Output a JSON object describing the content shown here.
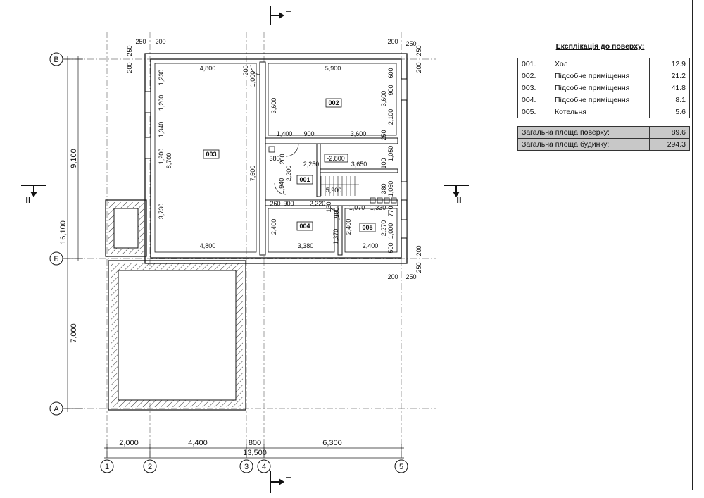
{
  "plan": {
    "axes_letters": [
      "В",
      "Б",
      "А"
    ],
    "axes_numbers": [
      "1",
      "2",
      "3",
      "4",
      "5"
    ],
    "section_label": "II",
    "dims_bottom": [
      "2,000",
      "4,400",
      "800",
      "6,300"
    ],
    "dim_total": "13,500",
    "dims_left": [
      "9,100",
      "7,000"
    ],
    "dim_left_total": "16,100",
    "small_250": "250",
    "small_200": "200",
    "rooms": {
      "r001": "001",
      "r002": "002",
      "r003": "003",
      "r004": "004",
      "r005": "005"
    },
    "level_mark": "-2.800",
    "interior_dims": {
      "d4800_top": "4,800",
      "d5900_top": "5,900",
      "d4800_bot": "4,800",
      "d1400": "1,400",
      "d900_a": "900",
      "d3600_h": "3,600",
      "d3650": "3,650",
      "d2250": "2,250",
      "d5900_st": "5,900",
      "d260": "260",
      "d900_b": "900",
      "d2220": "2,220",
      "d1070": "1,070",
      "d1330": "1,330",
      "d3380": "3,380",
      "d2400_h": "2,400",
      "d1230": "1,230",
      "d1200_a": "1,200",
      "d1340": "1,340",
      "d1200_b": "1,200",
      "d8700": "8,700",
      "d3730": "3,730",
      "d7500": "7,500",
      "d3600_v1": "3,600",
      "d3600_v2": "3,600",
      "d1000": "1,000",
      "d600": "600",
      "d900_v": "900",
      "d2100": "2,100",
      "d250_v": "250",
      "d1050": "1,050",
      "d100": "100",
      "d380": "380",
      "d770": "770",
      "d2270": "2,270",
      "d1000_b": "1,000",
      "d500": "500",
      "d2400_v1": "2,400",
      "d2400_v2": "2,400",
      "d1370": "1,370",
      "d1940": "1,940",
      "d2200": "2,200",
      "d130": "130",
      "d900_c": "900",
      "d380_b": "380",
      "d260_b": "260",
      "d200_top": "200"
    }
  },
  "legend": {
    "title": "Експлікація до поверху:",
    "rows": [
      {
        "num": "001.",
        "name": "Хол",
        "area": "12.9"
      },
      {
        "num": "002.",
        "name": "Підсобне приміщення",
        "area": "21.2"
      },
      {
        "num": "003.",
        "name": "Підсобне приміщення",
        "area": "41.8"
      },
      {
        "num": "004.",
        "name": "Підсобне приміщення",
        "area": "8.1"
      },
      {
        "num": "005.",
        "name": "Котельня",
        "area": "5.6"
      }
    ],
    "totals": [
      {
        "label": "Загальна площа поверху:",
        "value": "89.6"
      },
      {
        "label": "Загальна площа будинку:",
        "value": "294.3"
      }
    ]
  }
}
